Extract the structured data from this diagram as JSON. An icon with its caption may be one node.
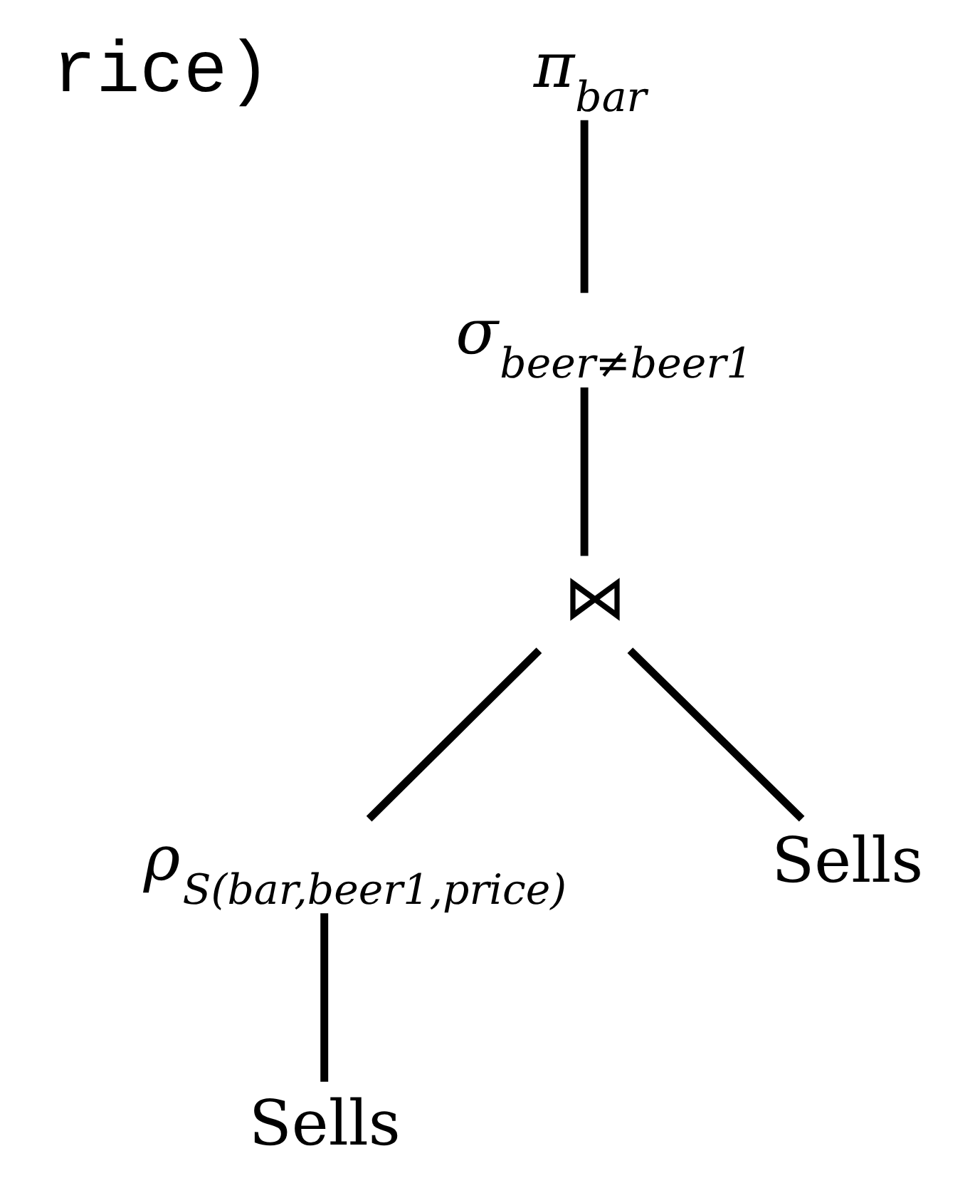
{
  "diagram": {
    "nodes": [
      {
        "text": [
          "π$_{bar}$"
        ]
      },
      {
        "text": [
          "σ$_{beer≠beer1}$"
        ]
      },
      {
        "text": [
          "⋈"
        ]
      },
      {
        "text": [
          "ρ$_{S(bar,beer1,price)}$"
        ]
      },
      {
        "text": [
          "Sells"
        ]
      },
      {
        "text": [
          "Sells"
        ]
      }
    ],
    "edges": [
      {
        "from": 0,
        "to": 1,
        "arrow": "none"
      },
      {
        "from": 1,
        "to": 2,
        "arrow": "none"
      },
      {
        "from": 2,
        "to": 3,
        "arrow": "none"
      },
      {
        "from": 2,
        "to": 5,
        "arrow": "none"
      },
      {
        "from": 3,
        "to": 4,
        "arrow": "none"
      }
    ],
    "labels": [
      "rice)"
    ]
  }
}
